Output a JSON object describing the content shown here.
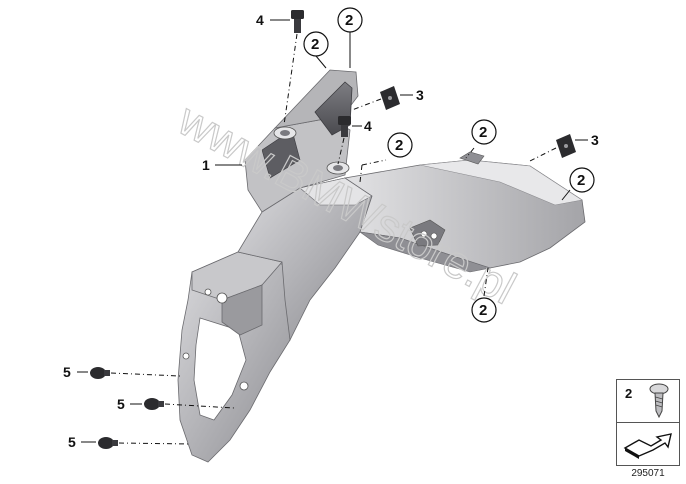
{
  "watermark": "www.BMWstore.pl",
  "callouts": {
    "c1": "1",
    "c2": "2",
    "c3": "3",
    "c4": "4",
    "c5": "5"
  },
  "legend": {
    "part_number": "2",
    "icon": "screw-icon",
    "arrow_icon": "direction-arrow-icon"
  },
  "diagram_code": "295071",
  "colors": {
    "part_light": "#d4d4d6",
    "part_mid": "#a9a9ad",
    "part_dark": "#6e6e73",
    "ink": "#111111"
  }
}
